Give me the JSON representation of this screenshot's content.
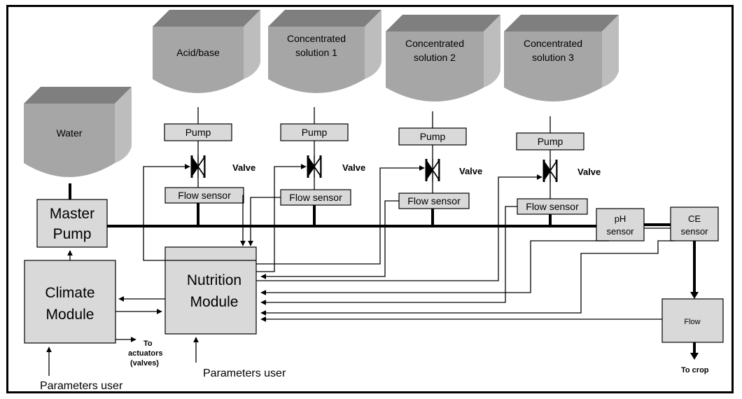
{
  "tanks": {
    "water": "Water",
    "acid": "Acid/base",
    "conc1_line1": "Concentrated",
    "conc1_line2": "solution 1",
    "conc2_line1": "Concentrated",
    "conc2_line2": "solution 2",
    "conc3_line1": "Concentrated",
    "conc3_line2": "solution 3"
  },
  "components": {
    "pump": "Pump",
    "valve": "Valve",
    "flow_sensor": "Flow sensor",
    "master_pump_line1": "Master",
    "master_pump_line2": "Pump",
    "ph_line1": "pH",
    "ph_line2": "sensor",
    "ce_line1": "CE",
    "ce_line2": "sensor",
    "flow": "Flow"
  },
  "modules": {
    "climate_line1": "Climate",
    "climate_line2": "Module",
    "nutrition_line1": "Nutrition",
    "nutrition_line2": "Module"
  },
  "labels": {
    "to_actuators_1": "To",
    "to_actuators_2": "actuators",
    "to_actuators_3": "(valves)",
    "parameters_user": "Parameters user",
    "to_crop": "To crop"
  },
  "colors": {
    "tank_front": "#a6a6a6",
    "tank_top": "#7f7f7f",
    "tank_side": "#bdbdbd",
    "box_fill": "#d9d9d9"
  }
}
